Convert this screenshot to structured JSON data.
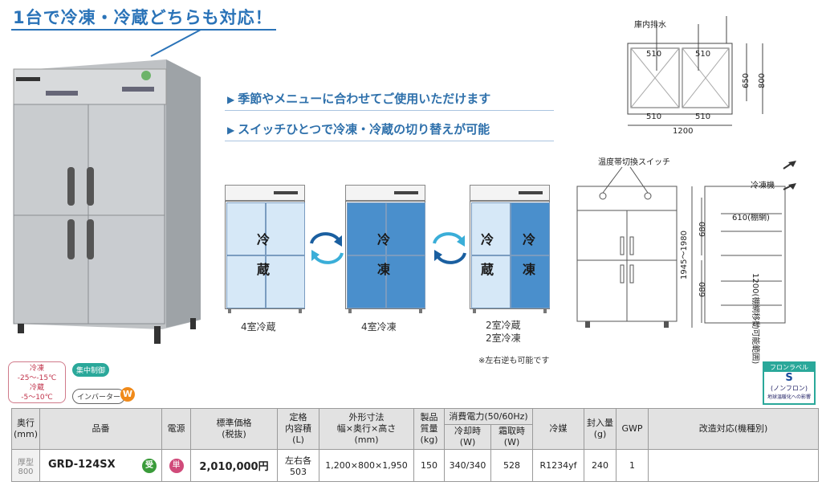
{
  "headline": "1台で冷凍・冷蔵どちらも対応！",
  "bullets": [
    "季節やメニューに合わせてご使用いただけます",
    "スイッチひとつで冷凍・冷蔵の切り替えが可能"
  ],
  "modes": [
    {
      "caption": "4室冷蔵",
      "labels": [
        "冷",
        "蔵"
      ]
    },
    {
      "caption": "4室冷凍",
      "labels": [
        "冷",
        "凍"
      ]
    },
    {
      "caption_line1": "2室冷蔵",
      "caption_line2": "2室冷凍",
      "labels_left": [
        "冷",
        "蔵"
      ],
      "labels_right": [
        "冷",
        "凍"
      ]
    }
  ],
  "reverse_note": "※左右逆も可能です",
  "drawing": {
    "drain_label": "庫内排水",
    "widths": [
      "510",
      "510",
      "510",
      "510"
    ],
    "total_width": "1200",
    "depth_inner": "650",
    "depth_total": "800",
    "switch_label": "温度帯切換スイッチ",
    "cooler_label": "冷凍機",
    "shelf_label": "610(棚網)",
    "height_label": "1945～1980",
    "upper_section": "680",
    "lower_section": "680",
    "shelf_range": "1200(棚網移動可能範囲)"
  },
  "temp": {
    "freeze_label": "冷凍",
    "freeze_range": "-25～-15℃",
    "chill_label": "冷蔵",
    "chill_range": "-5～10℃"
  },
  "badges": {
    "central": "集中制御",
    "inverter": "インバーター",
    "w": "W"
  },
  "freon": {
    "title": "フロンラベル",
    "grade": "S",
    "sub": "(ノンフロン)",
    "note": "地球温暖化への影響"
  },
  "table": {
    "headers": {
      "depth": "奥行\n(mm)",
      "model": "品番",
      "power": "電源",
      "price": "標準価格\n(税抜)",
      "capacity": "定格\n内容積\n(L)",
      "size": "外形寸法\n幅×奥行×高さ\n(mm)",
      "weight": "製品\n質量\n(kg)",
      "consumption": "消費電力(50/60Hz)",
      "cooling": "冷却時\n(W)",
      "defrost": "霜取時\n(W)",
      "refrigerant": "冷媒",
      "charge": "封入量\n(g)",
      "gwp": "GWP",
      "modification": "改造対応(機種別)"
    },
    "row": {
      "depth": "厚型\n800",
      "model": "GRD-124SX",
      "icon_uke": "受",
      "icon_tan": "単",
      "price": "2,010,000円",
      "capacity": "左右各\n503",
      "size": "1,200×800×1,950",
      "weight": "150",
      "cooling": "340/340",
      "defrost": "528",
      "refrigerant": "R1234yf",
      "charge": "240",
      "gwp": "1",
      "modification": ""
    }
  },
  "colors": {
    "accent": "#2a73b8",
    "chill": "#d6e8f7",
    "freeze": "#4a8fcc",
    "arrow_teal": "#3aaed8"
  }
}
